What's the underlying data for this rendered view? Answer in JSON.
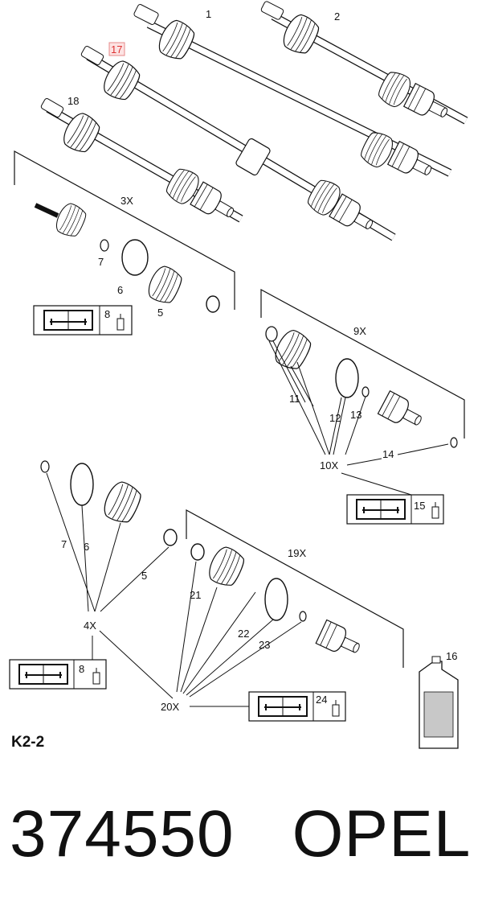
{
  "diagram": {
    "callouts": {
      "c1": "1",
      "c2": "2",
      "c17": "17",
      "c18": "18",
      "c3x": "3X",
      "c7a": "7",
      "c6a": "6",
      "c5a": "5",
      "c8a": "8",
      "c9x": "9X",
      "c11": "11",
      "c12": "12",
      "c13": "13",
      "c14": "14",
      "c10x": "10X",
      "c15": "15",
      "c7b": "7",
      "c6b": "6",
      "c5b": "5",
      "c4x": "4X",
      "c8b": "8",
      "c19x": "19X",
      "c21": "21",
      "c22": "22",
      "c23": "23",
      "c20x": "20X",
      "c24": "24",
      "c16": "16"
    },
    "highlighted_callout": "17",
    "highlight_color": "#e68a8a",
    "icon_names": [
      "manual-book-icon",
      "grease-tube-icon",
      "oil-bottle-icon"
    ]
  },
  "footer": {
    "caption": "K2-2",
    "part_number": "374550",
    "brand": "OPEL"
  }
}
